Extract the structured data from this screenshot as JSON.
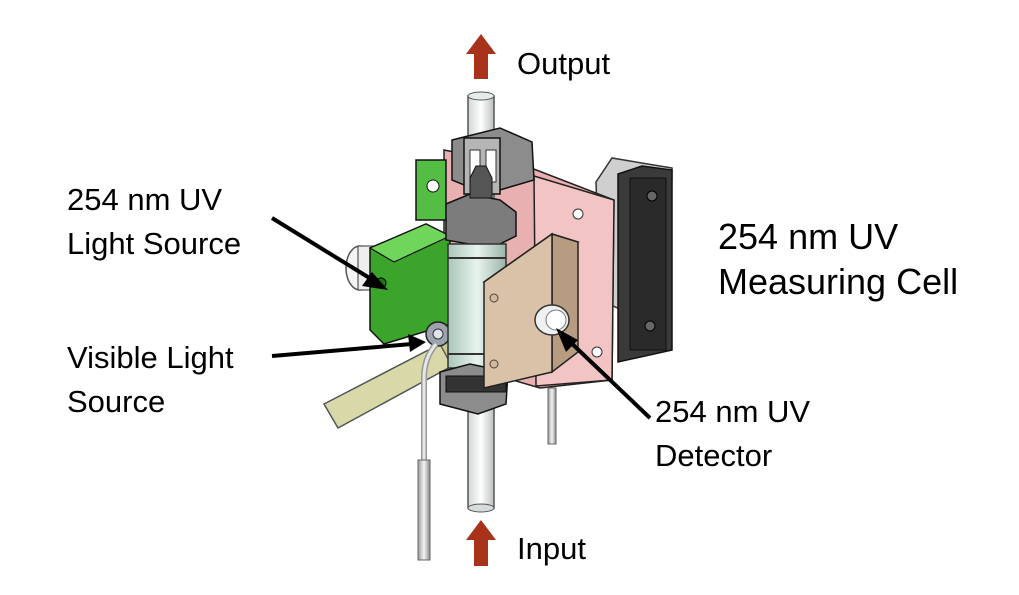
{
  "labels": {
    "output": "Output",
    "input": "Input",
    "uv_source": [
      "254 nm UV",
      "Light Source"
    ],
    "visible_source": [
      "Visible Light",
      "Source"
    ],
    "detector": [
      "254 nm UV",
      "Detector"
    ],
    "cell": [
      "254 nm UV",
      "Measuring Cell"
    ]
  },
  "colors": {
    "flow_arrow": "#a8321a",
    "uv_source_body": "#3aa52a",
    "detector_body": "#d9c2a8",
    "mount_plate": "#e8b0b0",
    "back_block": "#3a3a3a",
    "holder_metal": "#8c8c8c",
    "visible_strip": "#d8d8a8",
    "leader_line": "#000000"
  }
}
